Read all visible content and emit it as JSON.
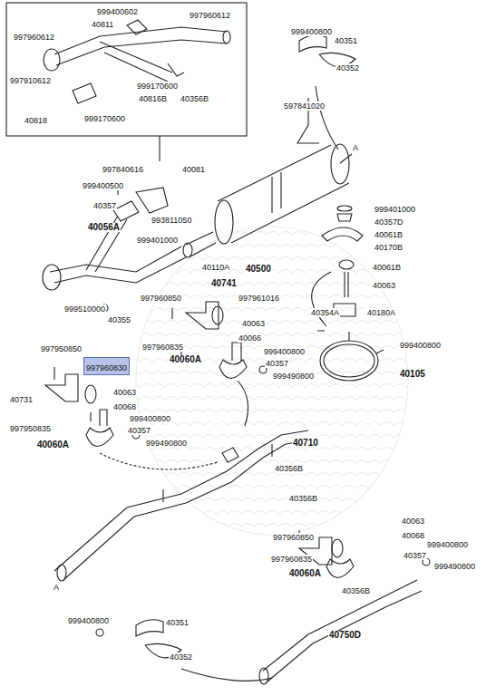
{
  "diagram": {
    "nodes": [
      {
        "text": [
          "997960830"
        ]
      }
    ],
    "labels": [
      "999400602",
      "40811",
      "997960612",
      "997960612",
      "997910612",
      "999170600",
      "40816B",
      "40356B",
      "40818",
      "999170600",
      "999400800",
      "40351",
      "40352",
      "597841020",
      "A",
      "997840616",
      "40081",
      "999400500",
      "40357",
      "999401000",
      "40357D",
      "40061B",
      "40170B",
      "40056A",
      "993811050",
      "999401000",
      "40061B",
      "40110A",
      "40500",
      "40063",
      "40741",
      "997960850",
      "997961016",
      "999510000",
      "40355",
      "40354A",
      "40180A",
      "40063",
      "997960835",
      "40066",
      "999400800",
      "999400800",
      "40060A",
      "40357",
      "999490800",
      "40105",
      "997950850",
      "40731",
      "40063",
      "40068",
      "999400800",
      "997950835",
      "40357",
      "40060A",
      "999490800",
      "40710",
      "40356B",
      "40356B",
      "A",
      "40063",
      "997960850",
      "40068",
      "999400800",
      "997960835",
      "40357",
      "40060A",
      "999490800",
      "40356B",
      "40351",
      "999400800",
      "40352",
      "40750D"
    ]
  }
}
